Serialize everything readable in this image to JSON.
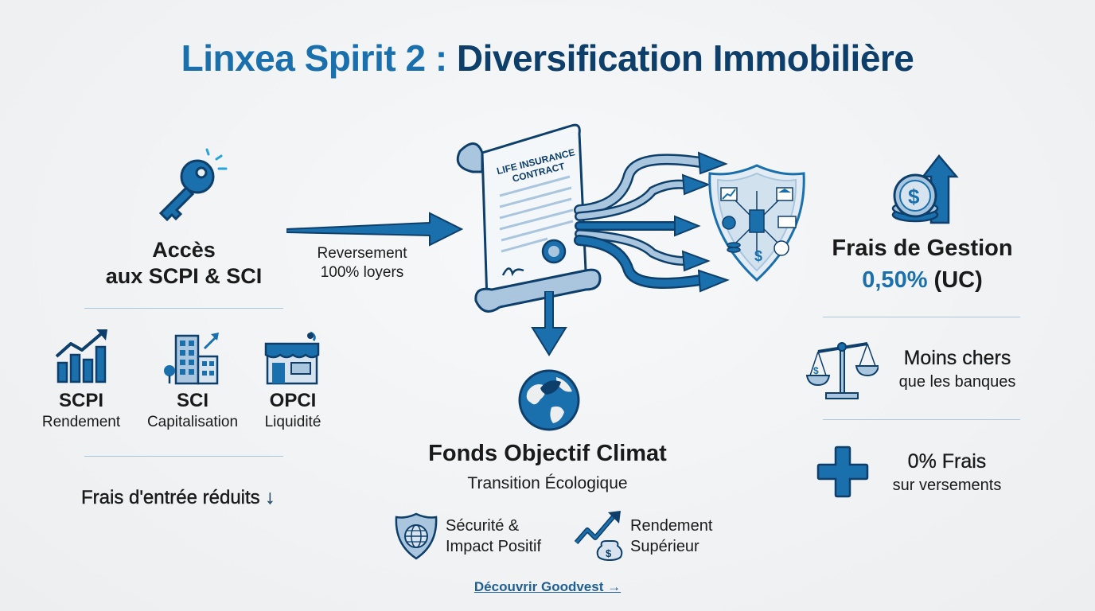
{
  "title": {
    "part1": "Linxea Spirit 2 :",
    "part2": "Diversification Immobilière"
  },
  "left": {
    "access_line1": "Accès",
    "access_line2": "aux SCPI & SCI",
    "items": [
      {
        "name": "SCPI",
        "desc": "Rendement"
      },
      {
        "name": "SCI",
        "desc": "Capitalisation"
      },
      {
        "name": "OPCI",
        "desc": "Liquidité"
      }
    ],
    "entry_fees": "Frais d'entrée réduits",
    "entry_fees_arrow": "↓"
  },
  "center": {
    "reversement_line1": "Reversement",
    "reversement_line2": "100% loyers",
    "contract_line1": "LIFE INSURANCE",
    "contract_line2": "CONTRACT",
    "fund_title": "Fonds Objectif Climat",
    "fund_subtitle": "Transition Écologique",
    "security_line1": "Sécurité &",
    "security_line2": "Impact Positif",
    "return_line1": "Rendement",
    "return_line2": "Supérieur",
    "link": "Découvrir Goodvest →"
  },
  "right": {
    "fees_title": "Frais de Gestion",
    "fees_value": "0,50%",
    "fees_unit": "(UC)",
    "cheaper_title": "Moins chers",
    "cheaper_sub": "que les banques",
    "zero_title": "0% Frais",
    "zero_sub": "sur versements"
  },
  "colors": {
    "navy": "#0e3f6b",
    "blue": "#1a6fad",
    "light_blue": "#a9c6de"
  }
}
